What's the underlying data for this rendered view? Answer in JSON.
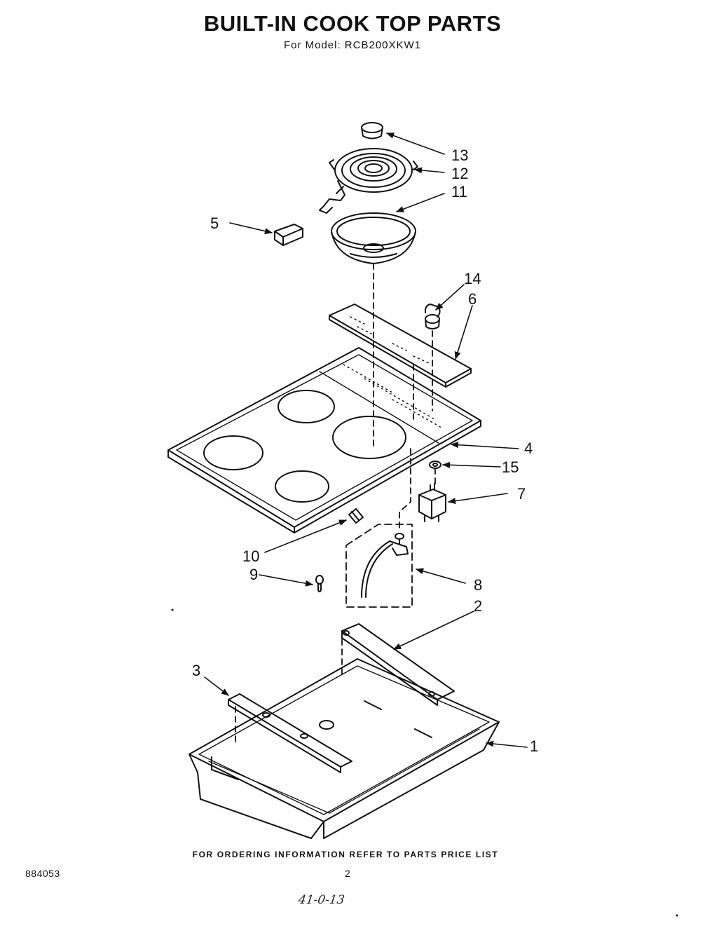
{
  "header": {
    "title": "BUILT-IN COOK TOP PARTS",
    "subtitle": "For Model: RCB200XKW1"
  },
  "callouts": {
    "c1": "1",
    "c2": "2",
    "c3": "3",
    "c4": "4",
    "c5": "5",
    "c6": "6",
    "c7": "7",
    "c8": "8",
    "c9": "9",
    "c10": "10",
    "c11": "11",
    "c12": "12",
    "c13": "13",
    "c14": "14",
    "c15": "15"
  },
  "footer": {
    "ordering_note": "FOR ORDERING INFORMATION REFER TO PARTS PRICE LIST",
    "document_number": "884053",
    "page_number": "2",
    "handwritten_note": "41-0-13"
  }
}
